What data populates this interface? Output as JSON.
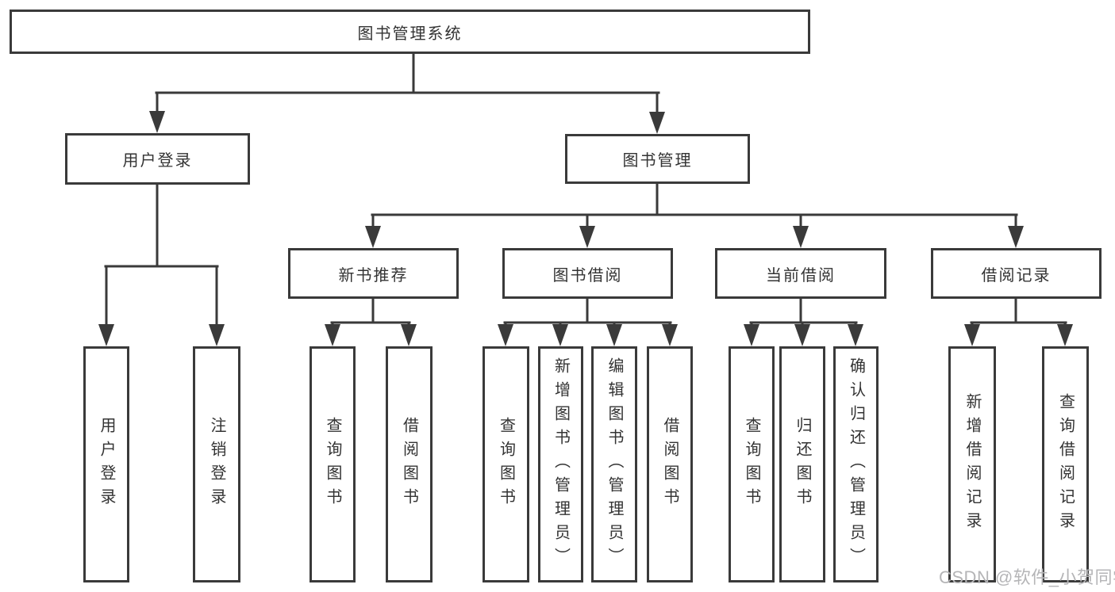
{
  "colors": {
    "line": "#3a3a3a",
    "text": "#333333",
    "canvas": "#ffffff",
    "watermark": "#b5b5b7"
  },
  "watermark": {
    "text": "CSDN @软件_小贺同学"
  },
  "tree": {
    "label": "图书管理系统",
    "children": [
      {
        "label": "用户登录",
        "children": [
          {
            "label": "用户登录"
          },
          {
            "label": "注销登录"
          }
        ]
      },
      {
        "label": "图书管理",
        "children": [
          {
            "label": "新书推荐",
            "children": [
              {
                "label": "查询图书"
              },
              {
                "label": "借阅图书"
              }
            ]
          },
          {
            "label": "图书借阅",
            "children": [
              {
                "label": "查询图书"
              },
              {
                "label": "新增图书（管理员）"
              },
              {
                "label": "编辑图书（管理员）"
              },
              {
                "label": "借阅图书"
              }
            ]
          },
          {
            "label": "当前借阅",
            "children": [
              {
                "label": "查询图书"
              },
              {
                "label": "归还图书"
              },
              {
                "label": "确认归还（管理员）"
              }
            ]
          },
          {
            "label": "借阅记录",
            "children": [
              {
                "label": "新增借阅记录"
              },
              {
                "label": "查询借阅记录"
              }
            ]
          }
        ]
      }
    ]
  }
}
